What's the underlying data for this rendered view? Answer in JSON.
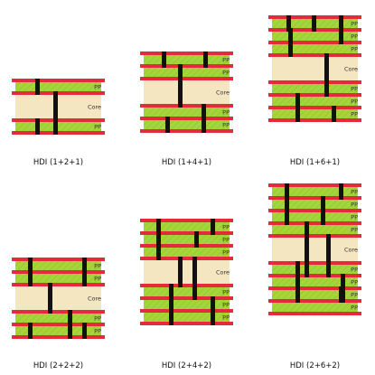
{
  "labels": {
    "prepreg": "PP",
    "core": "Core"
  },
  "colors": {
    "copper": "#e32b3b",
    "prepreg": "#a4d53a",
    "core": "#f5e6c2",
    "via": "#111111",
    "label": "#333333"
  },
  "stackups": [
    {
      "id": "1-2-1",
      "caption": "HDI (1+2+1)"
    },
    {
      "id": "1-4-1",
      "caption": "HDI (1+4+1)"
    },
    {
      "id": "1-6-1",
      "caption": "HDI (1+6+1)"
    },
    {
      "id": "2-2-2",
      "caption": "HDI (2+2+2)"
    },
    {
      "id": "2-4-2",
      "caption": "HDI (2+4+2)"
    },
    {
      "id": "2-6-2",
      "caption": "HDI (2+6+2)"
    }
  ]
}
